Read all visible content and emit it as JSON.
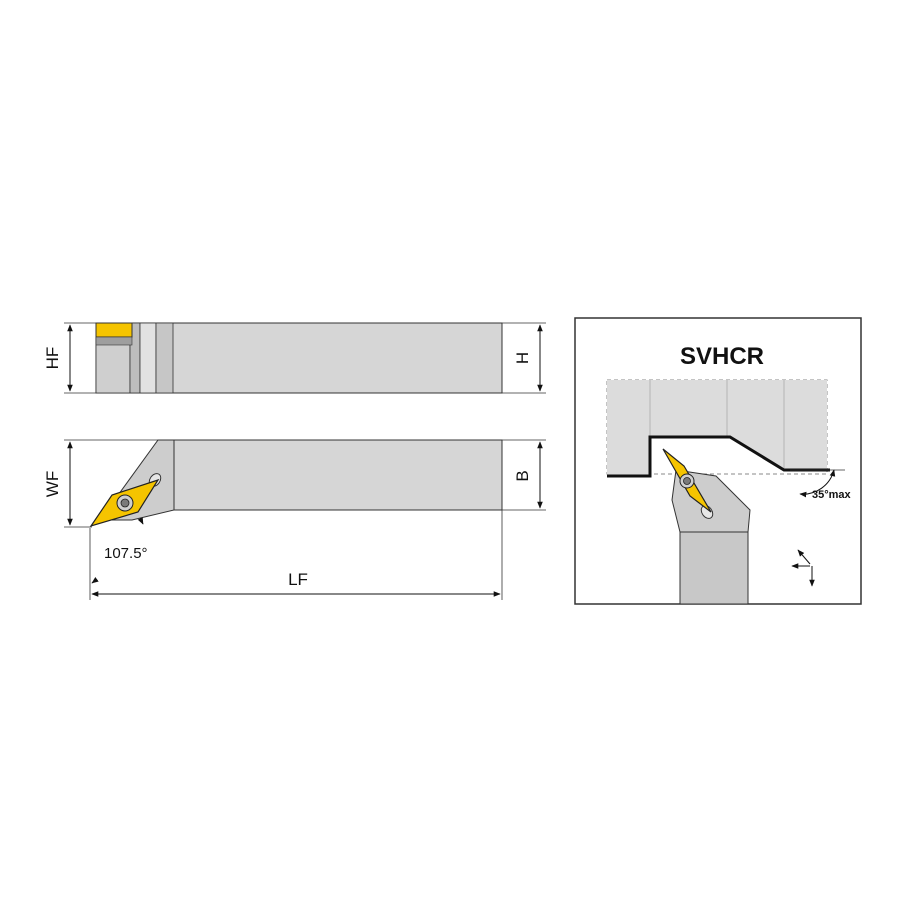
{
  "labels": {
    "hf": "HF",
    "h": "H",
    "wf": "WF",
    "b": "B",
    "lf": "LF",
    "angle": "107.5°",
    "max_angle": "35°max"
  },
  "panel": {
    "title": "SVHCR"
  },
  "colors": {
    "insert": "#f5c400",
    "body": "#d4d4d4",
    "panel_border": "#333333",
    "shank": "#c8c8c8"
  }
}
